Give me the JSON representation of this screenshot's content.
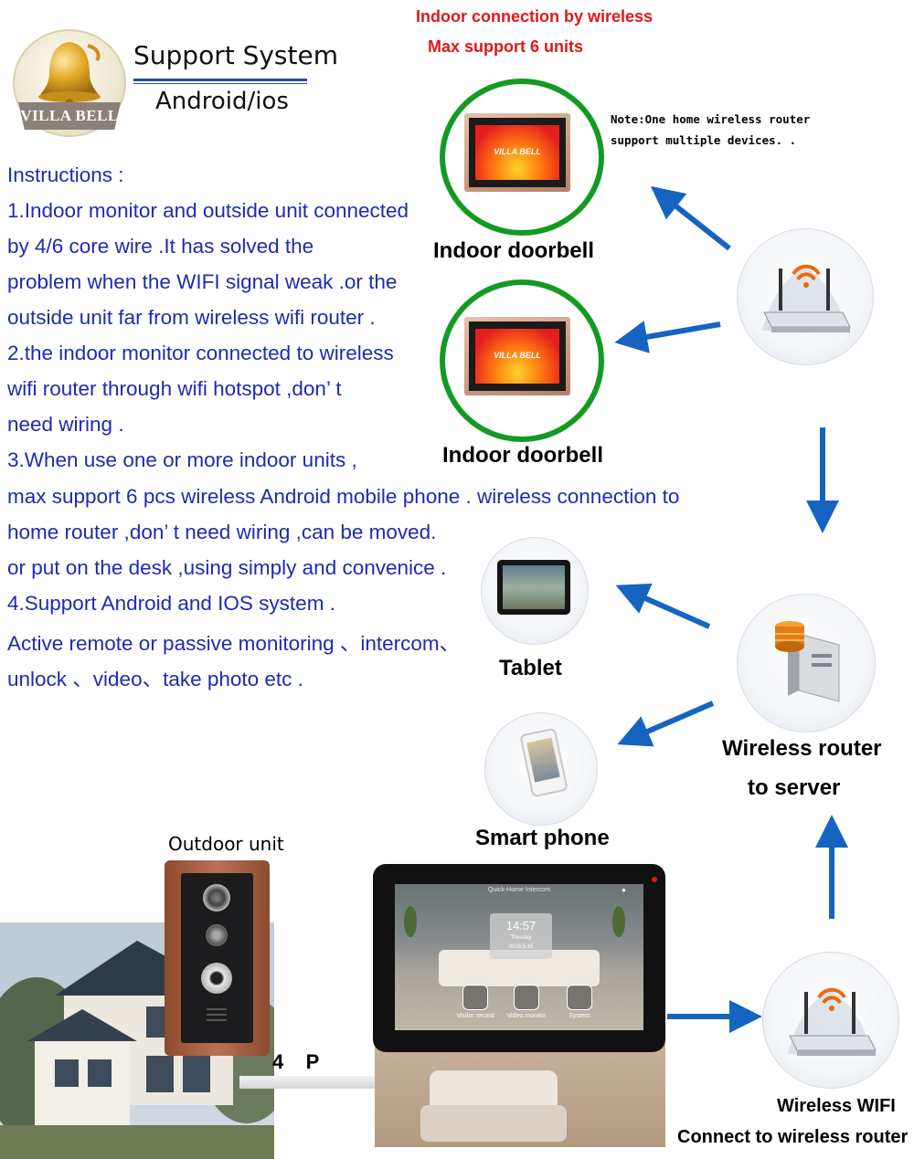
{
  "logo": {
    "brand_text": "VILLA BELL"
  },
  "support": {
    "title": "Support System",
    "subtitle": "Android/ios"
  },
  "header": {
    "line1": "Indoor connection by wireless",
    "line2": "Max support 6 units"
  },
  "note": {
    "line1": "Note:One home wireless router",
    "line2": "support multiple  devices. ."
  },
  "instructions": [
    "Instructions :",
    "1.Indoor monitor and outside unit connected",
    "by 4/6 core wire .It has solved the",
    "problem when the WIFI signal weak .or the",
    "outside unit far from wireless wifi router .",
    "2.the indoor monitor connected to wireless",
    "wifi router through wifi hotspot ,don’ t",
    "need  wiring .",
    "3.When use one or more indoor units ,",
    "max support 6 pcs   wireless Android mobile phone . wireless connection to",
    "home router ,don’ t need wiring ,can be moved.",
    "or put on the desk  ,using simply and convenice .",
    "4.Support Android and IOS system  .",
    "Active remote or passive monitoring 、intercom、",
    "unlock 、video、take photo etc ."
  ],
  "devices": {
    "indoor_1": "Indoor doorbell",
    "indoor_2": "Indoor doorbell",
    "monitor_brand": "VILLA BELL",
    "tablet": "Tablet",
    "smartphone": "Smart phone",
    "server_line1": "Wireless router",
    "server_line2": "to server",
    "wifi_line1": "Wireless WIFI",
    "wifi_line2": "Connect to wireless router",
    "outdoor": "Outdoor unit",
    "wire": "4    P"
  },
  "big_monitor": {
    "status_text": "Quick-Home Intercom",
    "time": "14:57",
    "day": "Thesday",
    "date": "2018.5.15",
    "menu": [
      "Visitor record",
      "Video monitor",
      "System"
    ]
  },
  "colors": {
    "instruction_text": "#1e2bb0",
    "header_red": "#e01818",
    "ring_green": "#139a23",
    "arrow_blue": "#1565c0"
  }
}
